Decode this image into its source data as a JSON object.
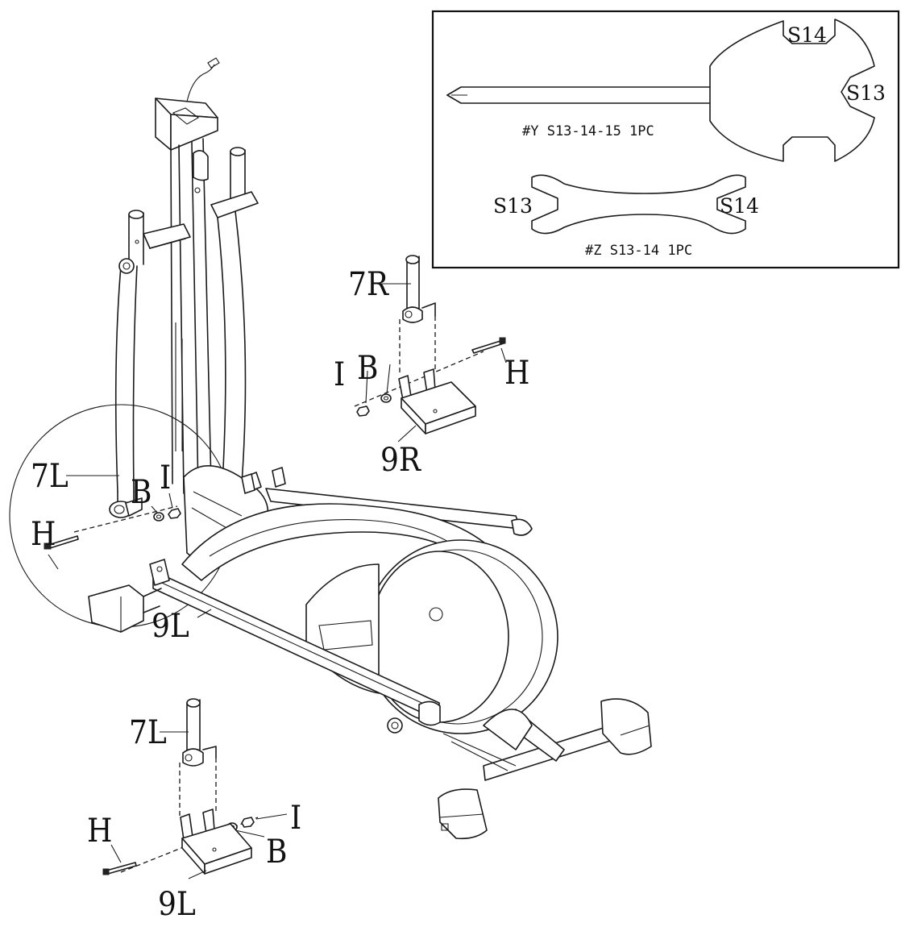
{
  "tools_box": {
    "screwdriver": {
      "caption": "#Y S13-14-15 1PC",
      "slot_top": "S14",
      "slot_side": "S13"
    },
    "wrench": {
      "caption": "#Z S13-14 1PC",
      "end_left": "S13",
      "end_right": "S14"
    }
  },
  "callouts": {
    "detail_circle": {
      "arm": "7L",
      "bolt": "H",
      "washer": "B",
      "nut": "I",
      "leg": "9L"
    },
    "right_assembly": {
      "arm": "7R",
      "washer": "B",
      "nut": "I",
      "bolt": "H",
      "leg": "9R"
    },
    "left_assembly": {
      "arm": "7L",
      "bolt": "H",
      "washer": "B",
      "nut": "I",
      "leg": "9L"
    }
  }
}
